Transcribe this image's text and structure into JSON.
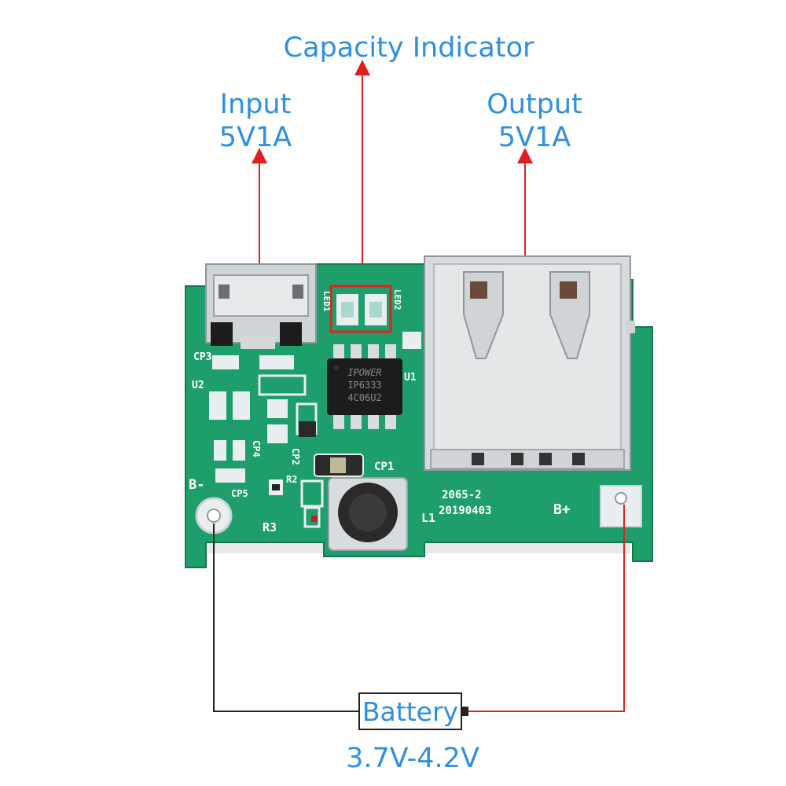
{
  "labels": {
    "capacity_indicator": "Capacity Indicator",
    "input_title": "Input",
    "input_spec": "5V1A",
    "output_title": "Output",
    "output_spec": "5V1A",
    "battery": "Battery",
    "battery_voltage": "3.7V-4.2V"
  },
  "silkscreen": {
    "cp3": "CP3",
    "u2": "U2",
    "cp4": "CP4",
    "cp2": "CP2",
    "cp1": "CP1",
    "b_minus": "B-",
    "cp5": "CP5",
    "r2": "R2",
    "r3": "R3",
    "l1": "L1",
    "u1": "U1",
    "led1": "LED1",
    "led2": "LED2",
    "board_id": "2065-2",
    "date_code": "20190403",
    "b_plus": "B+"
  },
  "chip_marking": {
    "line1": "IPOWER",
    "line2": "IP6333",
    "line3": "4C06U2"
  },
  "colors": {
    "label_blue": "#2f8fe0",
    "pcb_green": "#1e9e6a",
    "arrow_red": "#e02020",
    "wire_black": "#222222"
  }
}
